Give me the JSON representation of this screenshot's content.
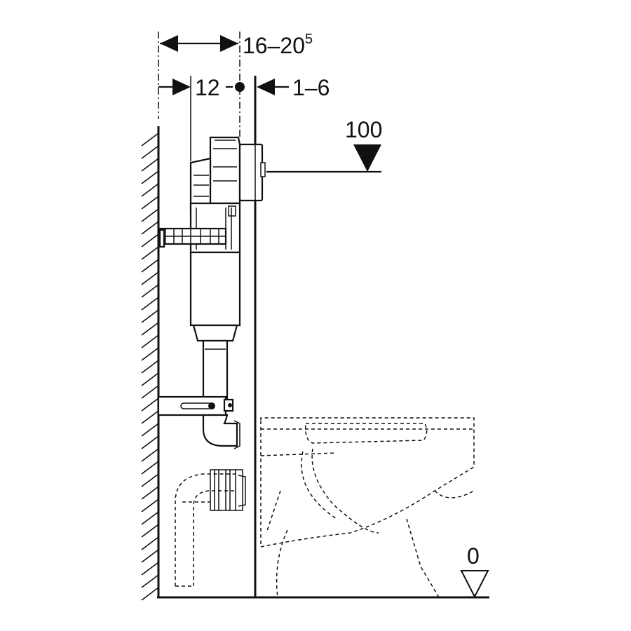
{
  "dimensions": {
    "frame_depth_main": "16–20",
    "frame_depth_sup": "5",
    "cistern_depth": "12",
    "wall_cladding": "1–6"
  },
  "levels": {
    "actuation_height": "100",
    "floor_level": "0"
  }
}
